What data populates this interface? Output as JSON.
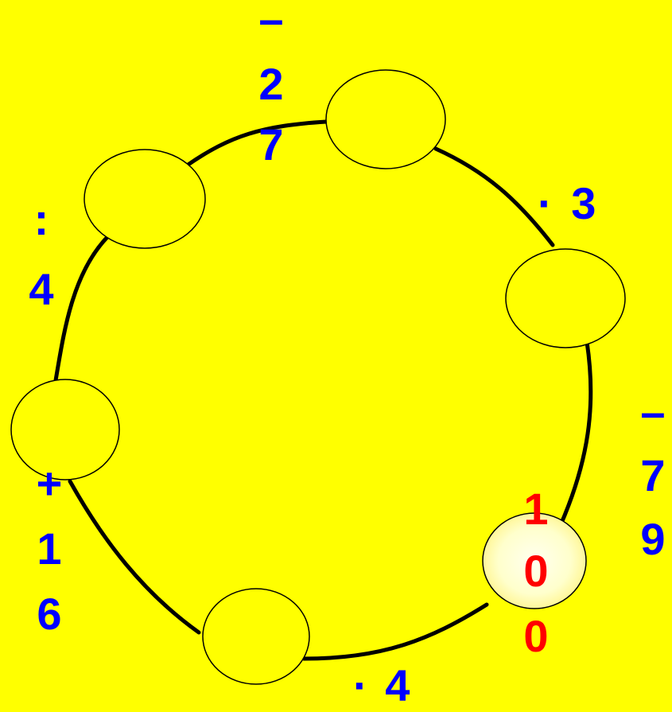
{
  "colors": {
    "background": "#FFFF00",
    "operation": "#0000FF",
    "result": "#FF0000",
    "stroke": "#000000",
    "highlight": "#FFFFCC"
  },
  "nodes": [
    {
      "id": "top",
      "value": ""
    },
    {
      "id": "upper-right",
      "value": ""
    },
    {
      "id": "result",
      "value": "100",
      "digits": [
        "1",
        "0",
        "0"
      ]
    },
    {
      "id": "bottom",
      "value": ""
    },
    {
      "id": "left",
      "value": ""
    },
    {
      "id": "upper-left",
      "value": ""
    }
  ],
  "operations": {
    "times_3": {
      "symbol": "·",
      "number": "3"
    },
    "minus_79": {
      "symbol": "–",
      "digits": [
        "7",
        "9"
      ]
    },
    "times_4": {
      "symbol": "·",
      "number": "4"
    },
    "plus_16": {
      "symbol": "+",
      "digits": [
        "1",
        "6"
      ]
    },
    "divide_4": {
      "symbol": ":",
      "number": "4"
    },
    "minus_27": {
      "symbol": "–",
      "digits": [
        "2",
        "7"
      ]
    }
  }
}
